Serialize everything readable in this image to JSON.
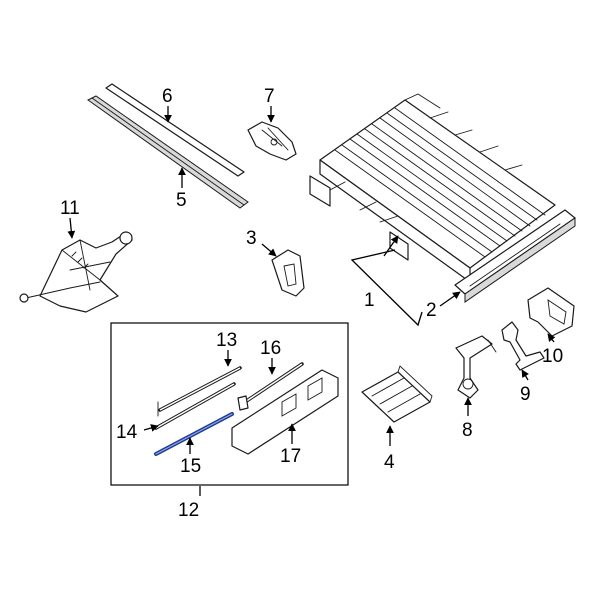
{
  "callouts": {
    "c1": "1",
    "c2": "2",
    "c3": "3",
    "c4": "4",
    "c5": "5",
    "c6": "6",
    "c7": "7",
    "c8": "8",
    "c9": "9",
    "c10": "10",
    "c11": "11",
    "c12": "12",
    "c13": "13",
    "c14": "14",
    "c15": "15",
    "c16": "16",
    "c17": "17"
  },
  "colors": {
    "line": "#1a1a1a",
    "highlight": "#1f3a93",
    "background": "#ffffff"
  }
}
